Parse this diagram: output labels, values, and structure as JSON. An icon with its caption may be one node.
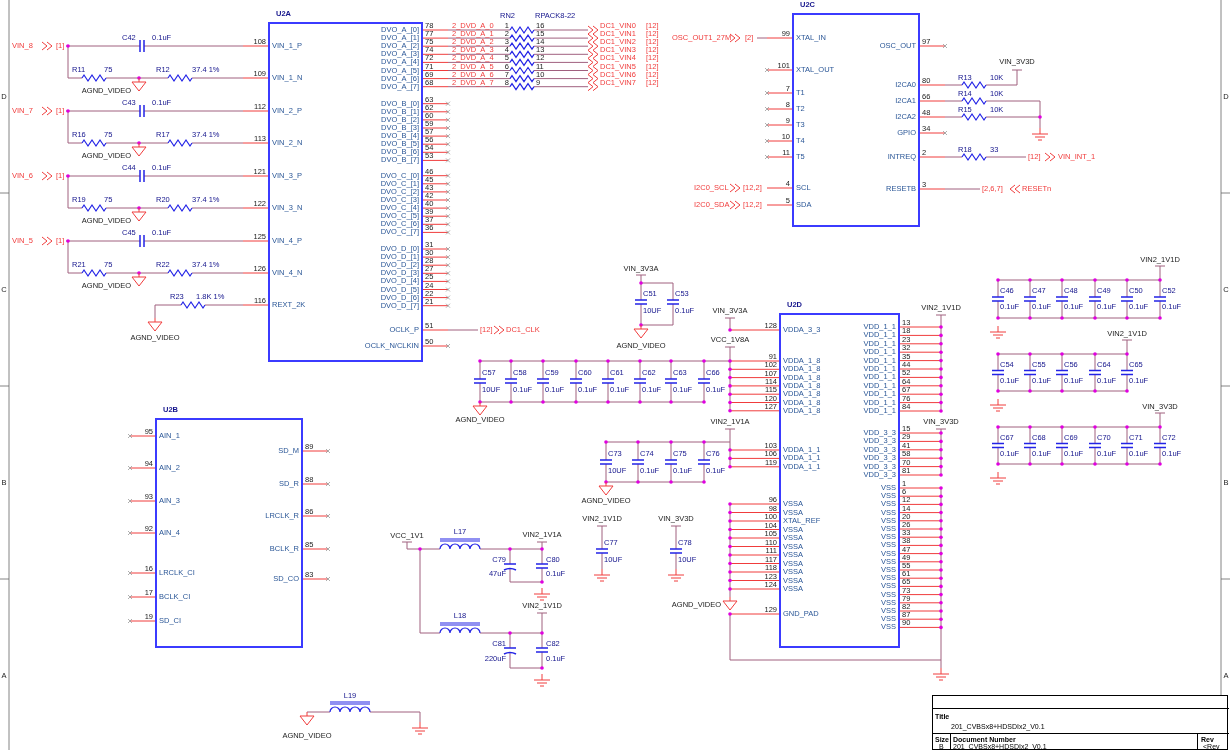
{
  "diagram": {
    "nodes": [
      {
        "text": [
          "U2A",
          "VIN_1_P",
          "VIN_1_N",
          "VIN_2_P",
          "VIN_2_N",
          "VIN_3_P",
          "VIN_3_N",
          "VIN_4_P",
          "VIN_4_N",
          "REXT_2K",
          "DVO_A_[0]",
          "DVO_A_[1]",
          "DVO_A_[2]",
          "DVO_A_[3]",
          "DVO_A_[4]",
          "DVO_A_[5]",
          "DVO_A_[6]",
          "DVO_A_[7]",
          "DVO_B_[0]",
          "DVO_B_[1]",
          "DVO_B_[2]",
          "DVO_B_[3]",
          "DVO_B_[4]",
          "DVO_B_[5]",
          "DVO_B_[6]",
          "DVO_B_[7]",
          "DVO_C_[0]",
          "DVO_C_[1]",
          "DVO_C_[2]",
          "DVO_C_[3]",
          "DVO_C_[4]",
          "DVO_C_[5]",
          "DVO_C_[6]",
          "DVO_C_[7]",
          "DVO_D_[0]",
          "DVO_D_[1]",
          "DVO_D_[2]",
          "DVO_D_[3]",
          "DVO_D_[4]",
          "DVO_D_[5]",
          "DVO_D_[6]",
          "DVO_D_[7]",
          "OCLK_P",
          "OCLK_N/CLKIN"
        ],
        "beside": [
          "108",
          "109",
          "112",
          "113",
          "121",
          "122",
          "125",
          "126",
          "116",
          "78",
          "77",
          "75",
          "74",
          "72",
          "71",
          "69",
          "68",
          "63",
          "62",
          "60",
          "59",
          "57",
          "56",
          "54",
          "53",
          "46",
          "45",
          "43",
          "42",
          "40",
          "39",
          "37",
          "36",
          "31",
          "30",
          "28",
          "27",
          "25",
          "24",
          "22",
          "21",
          "51",
          "50"
        ]
      },
      {
        "text": [
          "U2B",
          "AIN_1",
          "AIN_2",
          "AIN_3",
          "AIN_4",
          "LRCLK_CI",
          "BCLK_CI",
          "SD_CI",
          "SD_M",
          "SD_R",
          "LRCLK_R",
          "BCLK_R",
          "SD_CO"
        ],
        "beside": [
          "95",
          "94",
          "93",
          "92",
          "16",
          "17",
          "19",
          "89",
          "88",
          "86",
          "85",
          "83"
        ]
      },
      {
        "text": [
          "U2C",
          "XTAL_IN",
          "XTAL_OUT",
          "T1",
          "T2",
          "T3",
          "T4",
          "T5",
          "SCL",
          "SDA",
          "OSC_OUT",
          "I2CA0",
          "I2CA1",
          "I2CA2",
          "GPIO",
          "INTREQ",
          "RESETB"
        ],
        "beside": [
          "99",
          "101",
          "7",
          "8",
          "9",
          "10",
          "11",
          "4",
          "5",
          "97",
          "80",
          "66",
          "48",
          "34",
          "2",
          "3"
        ]
      },
      {
        "text": [
          "U2D",
          "VDDA_3_3",
          "VDDA_1_8",
          "VDDA_1_8",
          "VDDA_1_8",
          "VDDA_1_8",
          "VDDA_1_8",
          "VDDA_1_8",
          "VDDA_1_8",
          "VDDA_1_1",
          "VDDA_1_1",
          "VDDA_1_1",
          "VSSA",
          "VSSA",
          "XTAL_REF",
          "VSSA",
          "VSSA",
          "VSSA",
          "VSSA",
          "VSSA",
          "VSSA",
          "VSSA",
          "VSSA",
          "GND_PAD",
          "VDD_1_1",
          "VDD_1_1",
          "VDD_1_1",
          "VDD_1_1",
          "VDD_1_1",
          "VDD_1_1",
          "VDD_1_1",
          "VDD_1_1",
          "VDD_1_1",
          "VDD_1_1",
          "VDD_1_1",
          "VDD_3_3",
          "VDD_3_3",
          "VDD_3_3",
          "VDD_3_3",
          "VDD_3_3",
          "VDD_3_3",
          "VSS",
          "VSS",
          "VSS",
          "VSS",
          "VSS",
          "VSS",
          "VSS",
          "VSS",
          "VSS",
          "VSS",
          "VSS",
          "VSS",
          "VSS",
          "VSS",
          "VSS",
          "VSS",
          "VSS",
          "VSS"
        ],
        "beside": [
          "128",
          "91",
          "102",
          "107",
          "114",
          "115",
          "120",
          "127",
          "103",
          "106",
          "119",
          "96",
          "98",
          "100",
          "104",
          "105",
          "110",
          "111",
          "117",
          "118",
          "123",
          "124",
          "129",
          "13",
          "18",
          "23",
          "32",
          "35",
          "44",
          "52",
          "64",
          "67",
          "76",
          "84",
          "15",
          "29",
          "41",
          "58",
          "70",
          "81",
          "1",
          "6",
          "12",
          "14",
          "20",
          "26",
          "33",
          "38",
          "47",
          "49",
          "55",
          "61",
          "65",
          "73",
          "79",
          "82",
          "87",
          "90"
        ]
      },
      {
        "text": [
          "Title",
          "201_CVBSx8+HDSDIx2_V0.1",
          "Size",
          "B",
          "Document Number",
          "201_CVBSx8+HDSDIx2_V0.1",
          "Rev",
          "<Rev"
        ]
      }
    ],
    "labels": [
      "VIN_8",
      "[1]",
      "C42",
      "0.1uF",
      "R11",
      "75",
      "R12",
      "37.4 1%",
      "AGND_VIDEO",
      "VIN_7",
      "[1]",
      "C43",
      "0.1uF",
      "R16",
      "75",
      "R17",
      "37.4 1%",
      "AGND_VIDEO",
      "VIN_6",
      "[1]",
      "C44",
      "0.1uF",
      "R19",
      "75",
      "R20",
      "37.4 1%",
      "AGND_VIDEO",
      "VIN_5",
      "[1]",
      "C45",
      "0.1uF",
      "R21",
      "75",
      "R22",
      "37.4 1%",
      "AGND_VIDEO",
      "R23",
      "1.8K 1%",
      "AGND_VIDEO",
      "RN2",
      "RPACK8-22",
      "2_DVD_A_0",
      "1",
      "16",
      "DC1_VIN0",
      "[12]",
      "2_DVD_A_1",
      "2",
      "15",
      "DC1_VIN1",
      "[12]",
      "2_DVD_A_2",
      "3",
      "14",
      "DC1_VIN2",
      "[12]",
      "2_DVD_A_3",
      "4",
      "13",
      "DC1_VIN3",
      "[12]",
      "2_DVD_A_4",
      "5",
      "12",
      "DC1_VIN4",
      "[12]",
      "2_DVD_A_5",
      "6",
      "11",
      "DC1_VIN5",
      "[12]",
      "2_DVD_A_6",
      "7",
      "10",
      "DC1_VIN6",
      "[12]",
      "2_DVD_A_7",
      "8",
      "9",
      "DC1_VIN7",
      "[12]",
      "[12]",
      "DC1_CLK",
      "OSC_OUT1_27M",
      "[2]",
      "I2C0_SCL",
      "[12,2]",
      "I2C0_SDA",
      "[12,2]",
      "VIN_3V3D",
      "R13",
      "10K",
      "R14",
      "10K",
      "R15",
      "10K",
      "R18",
      "33",
      "[12]",
      "VIN_INT_1",
      "[2,6,7]",
      "RESETn",
      "VIN_3V3A",
      "C51",
      "10UF",
      "C53",
      "0.1uF",
      "AGND_VIDEO",
      "VIN_3V3A",
      "VCC_1V8A",
      "C57",
      "10UF",
      "C58",
      "0.1uF",
      "C59",
      "0.1uF",
      "C60",
      "0.1uF",
      "C61",
      "0.1uF",
      "C62",
      "0.1uF",
      "C63",
      "0.1uF",
      "C66",
      "0.1uF",
      "AGND_VIDEO",
      "VIN2_1V1A",
      "C73",
      "10UF",
      "C74",
      "0.1uF",
      "C75",
      "0.1uF",
      "C76",
      "0.1uF",
      "AGND_VIDEO",
      "VIN2_1V1D",
      "VIN_3V3D",
      "VIN2_1V1D",
      "C77",
      "10UF",
      "VIN_3V3D",
      "C78",
      "10UF",
      "AGND_VIDEO",
      "VIN2_1V1D",
      "C46",
      "0.1uF",
      "C47",
      "0.1uF",
      "C48",
      "0.1uF",
      "C49",
      "0.1uF",
      "C50",
      "0.1uF",
      "C52",
      "0.1uF",
      "VIN2_1V1D",
      "C54",
      "0.1uF",
      "C55",
      "0.1uF",
      "C56",
      "0.1uF",
      "C64",
      "0.1uF",
      "C65",
      "0.1uF",
      "VIN_3V3D",
      "C67",
      "0.1uF",
      "C68",
      "0.1uF",
      "C69",
      "0.1uF",
      "C70",
      "0.1uF",
      "C71",
      "0.1uF",
      "C72",
      "0.1uF",
      "VCC_1V1",
      "L17",
      "VIN2_1V1A",
      "C79",
      "47uF",
      "C80",
      "0.1uF",
      "L18",
      "VIN2_1V1D",
      "C81",
      "220uF",
      "C82",
      "0.1uF",
      "L19",
      "AGND_VIDEO",
      "D",
      "C",
      "B",
      "A",
      "D",
      "C",
      "B",
      "A"
    ]
  }
}
